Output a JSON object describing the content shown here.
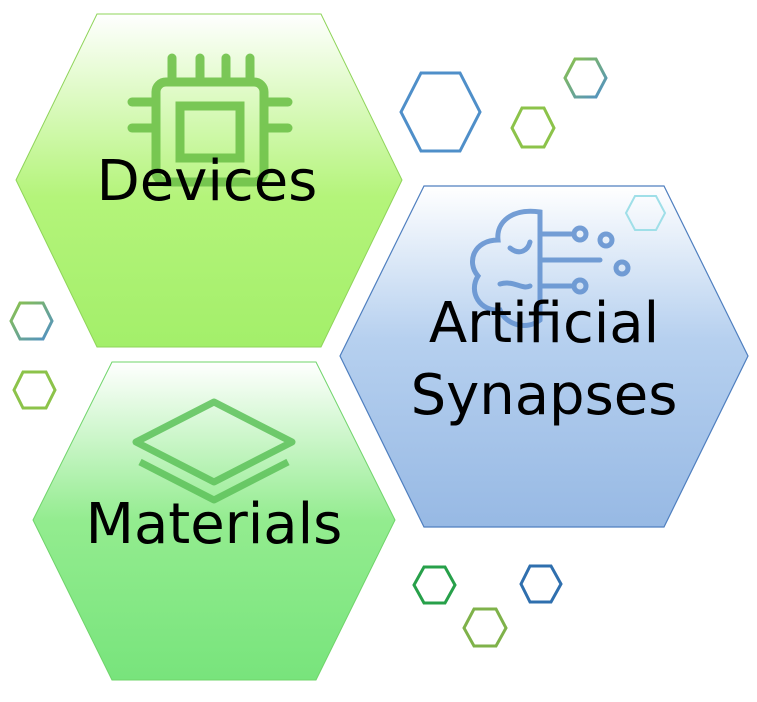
{
  "hexagons": {
    "devices": {
      "label": "Devices",
      "icon": "chip-icon",
      "color_top": "#ffffff",
      "color_bottom": "#a8f26f"
    },
    "synapses": {
      "label_line1": "Artificial",
      "label_line2": "Synapses",
      "icon": "brain-circuit-icon",
      "color_top": "#ffffff",
      "color_bottom": "#9ebfe6"
    },
    "materials": {
      "label": "Materials",
      "icon": "layers-icon",
      "color_top": "#ffffff",
      "color_bottom": "#7de882"
    }
  },
  "decorative_hexagons": {
    "colors": [
      "#4f8fc9",
      "#8cc34a",
      "#6ab0a0",
      "#27a04a",
      "#2f6fae",
      "#7fb24a",
      "#9fdfe8"
    ]
  }
}
